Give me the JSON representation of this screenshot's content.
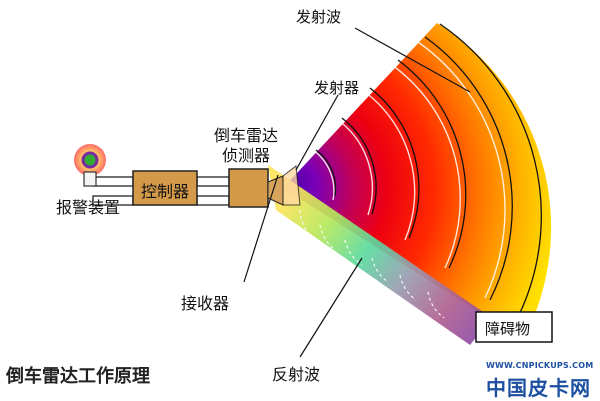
{
  "labels": {
    "emitted_wave": "发射波",
    "emitter": "发射器",
    "detector_line1": "倒车雷达",
    "detector_line2": "侦测器",
    "controller": "控制器",
    "alarm": "报警装置",
    "receiver": "接收器",
    "reflected_wave": "反射波",
    "obstacle": "障碍物"
  },
  "title": "倒车雷达工作原理",
  "watermark": {
    "url": "WWW.CNPICKUPS.COM",
    "name": "中国皮卡网"
  },
  "colors": {
    "box_fill": "#d49a4a",
    "box_stroke": "#222222",
    "wave_outer": "#ffd000",
    "wave_mid": "#ff1a00",
    "wave_inner": "#5a00c0",
    "watermark": "#1d4fa1"
  },
  "icons": [
    "alarm-light-icon"
  ]
}
